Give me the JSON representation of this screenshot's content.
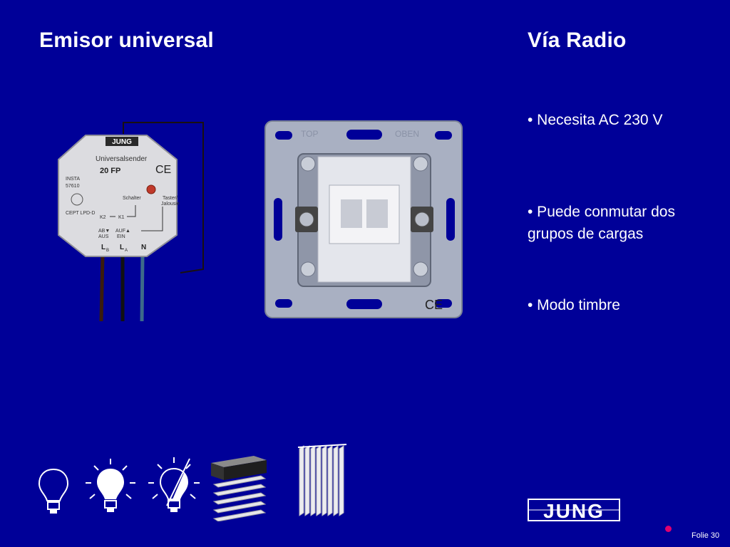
{
  "slide": {
    "title_left": "Emisor universal",
    "title_right": "Vía Radio",
    "bullets": [
      "• Necesita  AC 230 V",
      "• Puede conmutar dos grupos de cargas",
      "• Modo timbre"
    ],
    "footer": {
      "brand": "JUNG",
      "page_label": "Folie 30",
      "dot_color": "#e0006e"
    }
  },
  "device": {
    "brand": "JUNG",
    "name": "Universalsender",
    "model": "20 FP",
    "insta_label": "INSTA",
    "insta_number": "57610",
    "cept_label": "CEPT LPD-D",
    "ce_mark": "CE",
    "schalter_label": "Schalter",
    "taster_label": "Taster/",
    "jalousie_label": "Jalousie",
    "k2_label": "K2",
    "k1_label": "K1",
    "ab_label": "AB▼",
    "aus_label": "AUS",
    "auf_label": "AUF▲",
    "ein_label": "EIN",
    "lb_label": "L",
    "lb_sub": "B",
    "la_label": "L",
    "la_sub": "A",
    "n_label": "N"
  },
  "insert": {
    "top_label": "TOP",
    "oben_label": "OBEN",
    "ce_mark": "CE"
  },
  "icons": [
    "bulb-off-icon",
    "bulb-on-icon",
    "dimmer-bulb-icon",
    "blind-icon",
    "vertical-blind-icon"
  ],
  "colors": {
    "background": "#000098",
    "text": "#ffffff",
    "accent_dot": "#e0006e"
  }
}
